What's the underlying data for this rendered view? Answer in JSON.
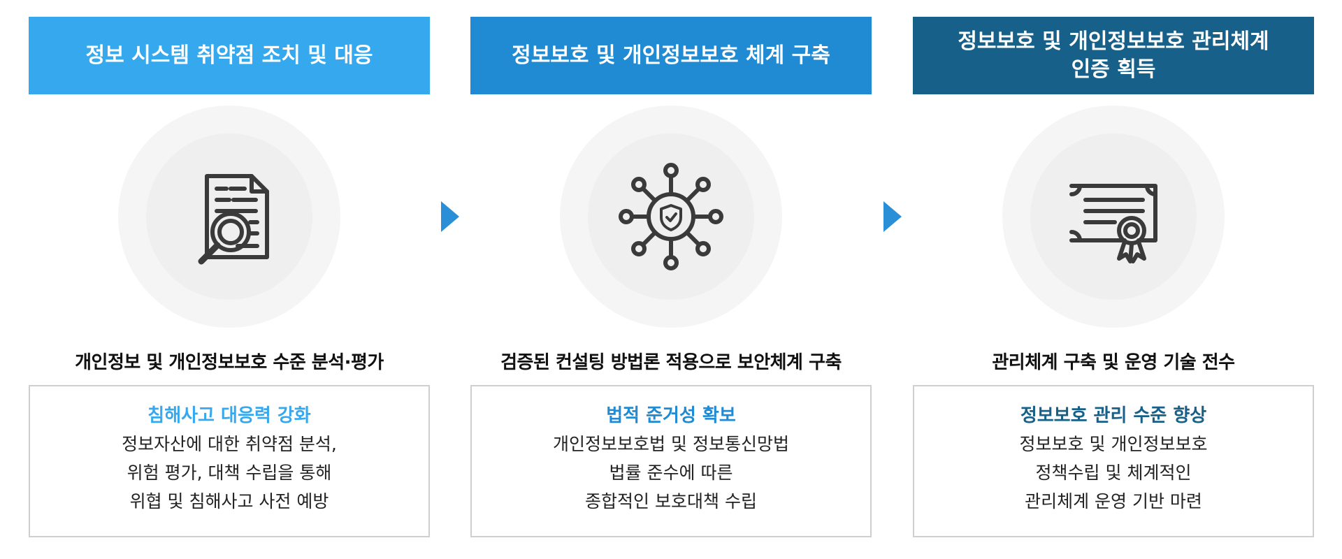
{
  "steps": [
    {
      "header": "정보 시스템 취약점 조치 및 대응",
      "icon": "document-magnifier-icon",
      "subtitle": "개인정보 및 개인정보보호 수준 분석·평가",
      "box_title": "침해사고 대응력 강화",
      "box_lines": [
        "정보자산에 대한 취약점 분석,",
        "위험 평가, 대책 수립을 통해",
        "위협 및 침해사고 사전 예방"
      ]
    },
    {
      "header": "정보보호 및 개인정보보호 체계 구축",
      "icon": "shield-network-icon",
      "subtitle": "검증된 컨설팅 방법론 적용으로 보안체계 구축",
      "box_title": "법적 준거성 확보",
      "box_lines": [
        "개인정보보호법 및 정보통신망법",
        "법률 준수에 따른",
        "종합적인 보호대책 수립"
      ]
    },
    {
      "header": "정보보호 및 개인정보보호 관리체계\n인증 획득",
      "icon": "certificate-icon",
      "subtitle": "관리체계 구축 및 운영 기술 전수",
      "box_title": "정보보호 관리 수준 향상",
      "box_lines": [
        "정보보호 및 개인정보보호",
        "정책수립 및 체계적인",
        "관리체계 운영 기반 마련"
      ]
    }
  ],
  "colors": {
    "step1": "#36a9ee",
    "step2": "#208ad3",
    "step3": "#166089",
    "arrow": "#2a8fd6",
    "icon_stroke": "#3a3a3a"
  }
}
